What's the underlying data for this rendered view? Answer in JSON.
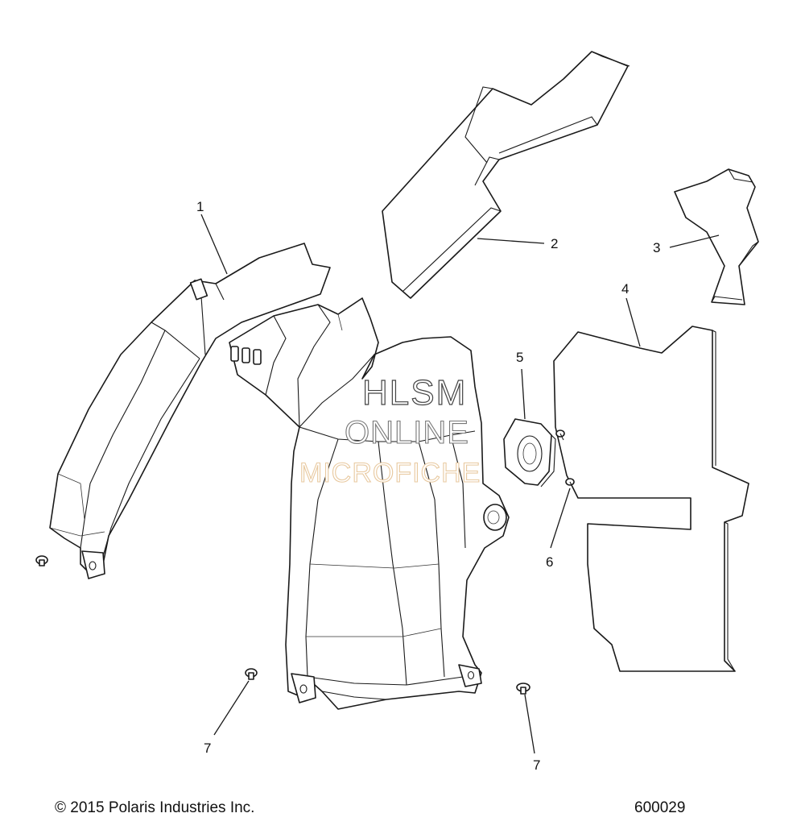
{
  "callouts": [
    "1",
    "2",
    "3",
    "4",
    "5",
    "6",
    "7",
    "7"
  ],
  "watermark": {
    "line1": "HLSM",
    "line2": "ONLINE",
    "line3": "MICROFICHE"
  },
  "footer": {
    "copyright": "© 2015 Polaris Industries Inc.",
    "diagram_number": "600029"
  }
}
